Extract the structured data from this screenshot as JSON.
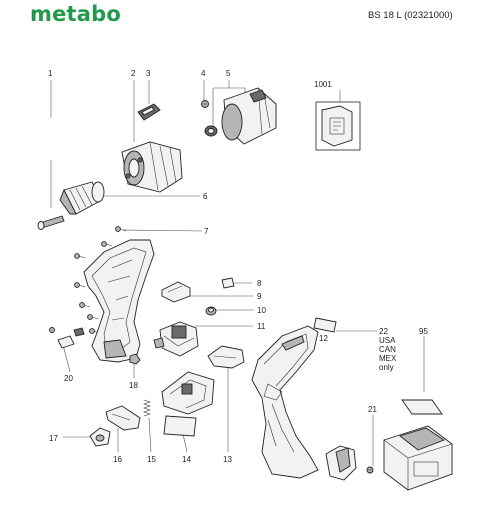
{
  "header": {
    "brand": "metabo",
    "model": "BS 18 L (02321000)"
  },
  "callouts": {
    "c1": "1",
    "c2": "2",
    "c3": "3",
    "c4": "4",
    "c5": "5",
    "c6": "6",
    "c7": "7",
    "c8": "8",
    "c9": "9",
    "c10": "10",
    "c11": "11",
    "c12": "12",
    "c13": "13",
    "c14": "14",
    "c15": "15",
    "c16": "16",
    "c17": "17",
    "c18": "18",
    "c20": "20",
    "c21": "21",
    "c22": "22",
    "c95": "95",
    "c1001": "1001"
  },
  "region_note": [
    "USA",
    "CAN",
    "MEX",
    "only"
  ],
  "colors": {
    "brand": "#1f9a4a",
    "line": "#555555"
  }
}
